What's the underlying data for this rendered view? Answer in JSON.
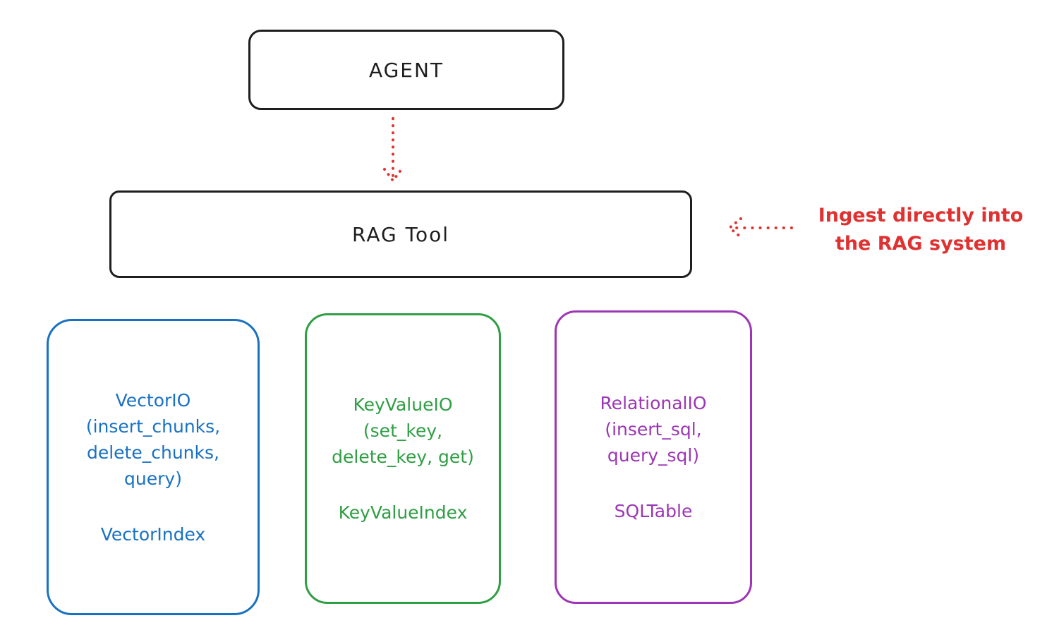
{
  "colors": {
    "stroke": "#1e1e1e",
    "red": "#e03131",
    "blue": "#1971c2",
    "green": "#2f9e44",
    "purple": "#9c36b5",
    "background": "#ffffff"
  },
  "agent_box": {
    "label": "AGENT"
  },
  "rag_box": {
    "label": "RAG Tool"
  },
  "annotation": {
    "line1": "Ingest directly into",
    "line2": "the RAG system",
    "color": "#e03131"
  },
  "io_boxes": [
    {
      "title": "VectorIO",
      "methods": [
        "(insert_chunks,",
        "delete_chunks,",
        "query)"
      ],
      "index_label": "VectorIndex",
      "color": "#1971c2"
    },
    {
      "title": "KeyValueIO",
      "methods": [
        "(set_key,",
        "delete_key, get)"
      ],
      "index_label": "KeyValueIndex",
      "color": "#2f9e44"
    },
    {
      "title": "RelationalIO",
      "methods": [
        "(insert_sql,",
        "query_sql)"
      ],
      "index_label": "SQLTable",
      "color": "#9c36b5"
    }
  ],
  "arrows": [
    {
      "name": "agent-to-rag",
      "style": "dotted",
      "color": "#e03131"
    },
    {
      "name": "annotation-to-rag",
      "style": "dotted",
      "color": "#e03131"
    }
  ]
}
